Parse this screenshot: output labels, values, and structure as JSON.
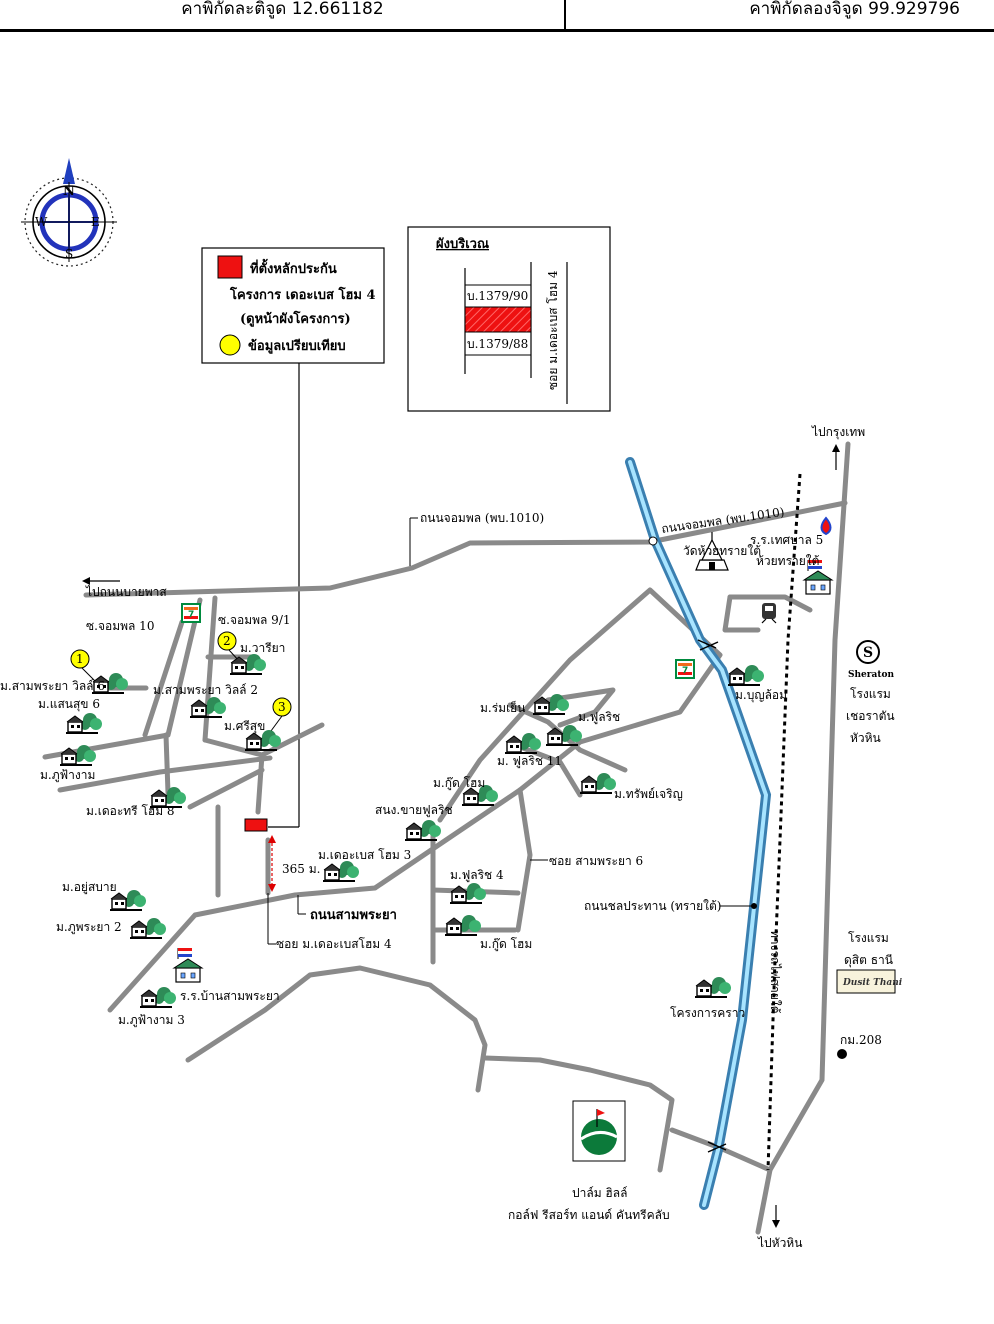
{
  "header": {
    "latitude_text": "คาพิกัดละติจูด 12.661182",
    "longitude_text": "คาพิกัดลองจิจูด 99.929796"
  },
  "compass": {
    "north": "N",
    "east": "E",
    "south": "S",
    "west": "W"
  },
  "legend": {
    "collateral_label": "ที่ตั้งหลักประกัน",
    "project_label": "โครงการ เดอะเบส โฮม 4",
    "project_note": "(ดูหน้าผังโครงการ)",
    "comparison_label": "ข้อมูลเปรียบเทียบ",
    "collateral_color": "#ee1111",
    "comparison_color": "#ffff00"
  },
  "inset": {
    "title": "ผังบริเวณ",
    "plot_upper": "บ.1379/90",
    "plot_lower": "บ.1379/88",
    "soi": "ซอย ม.เดอะเบส โฮม 4"
  },
  "markers": {
    "comp_1": "1",
    "comp_2": "2",
    "comp_3": "3"
  },
  "labels": {
    "to_bangkok": "ไปกรุงเทพ",
    "to_huahin": "ไปหัวหิน",
    "to_nongbaiphat": "ไปถนนบายพาส",
    "road_jompol_main": "ถนนจอมพล (พบ.1010)",
    "road_jompol_east": "ถนนจอมพล (พบ.1010)",
    "soi_jompol_10": "ซ.จอมพล 10",
    "soi_jompol_91": "ซ.จอมพล 9/1",
    "varinya": "ม.วารียา",
    "sampraya_villa6": "ม.สามพระยา วิลล์ 6",
    "sampraya_villa2": "ม.สามพระยา วิลล์ 2",
    "saensuk6": "ม.แสนสุข 6",
    "phufangam": "ม.ภูฟ้างาม",
    "srisuk": "ม.ศรีสุข",
    "thetree": "ม.เดอะทรี โฮม 8",
    "thebase3": "ม.เดอะเบส โฮม 3",
    "distance": "365 ม.",
    "road_sampraya": "ถนนสามพระยา",
    "soi_thebase4": "ซอย ม.เดอะเบสโฮม 4",
    "yusabai": "ม.อยู่สบาย",
    "phupraya2": "ม.ภูพระยา 2",
    "school_sampraya": "ร.ร.บ้านสามพระยา",
    "phufangam3": "ม.ภูฟ้างาม 3",
    "romyen": "ม.ร่มเย็น",
    "fulrich": "ม.ฟูลริช",
    "fulrich11": "ม. ฟูลริช 11",
    "goodhome": "ม.กู๊ด โฮม",
    "sapcharoen": "ม.ทรัพย์เจริญ",
    "fulrich_sales": "สนง.ขายฟูลริช",
    "fulrich4": "ม.ฟูลริช 4",
    "goodhome2": "ม.กู๊ด โฮม",
    "soi_sampraya6": "ซอย สามพระยา 6",
    "road_chonprathan": "ถนนชลประทาน (ทรายใต้)",
    "railway": "ทางรถไฟสายใต้",
    "krao": "โครงการคราว",
    "temple": "วัดห้วยทรายใต้",
    "school_tesaban5": "ร.ร.เทศบาล 5",
    "huai_sai_tai": "ห้วยทรายใต้",
    "boonlom": "ม.บุญล้อม",
    "sheraton_logo": "Sheraton",
    "sheraton_1": "โรงแรม",
    "sheraton_2": "เชอราตัน",
    "sheraton_3": "หัวหิน",
    "dusit_1": "โรงแรม",
    "dusit_2": "ดุสิต ธานี",
    "dusit_logo": "Dusit Thani",
    "km208": "กม.208",
    "palm_hills_1": "ปาล์ม ฮิลล์",
    "palm_hills_2": "กอล์ฟ รีสอร์ท แอนด์ คันทรีคลับ"
  }
}
